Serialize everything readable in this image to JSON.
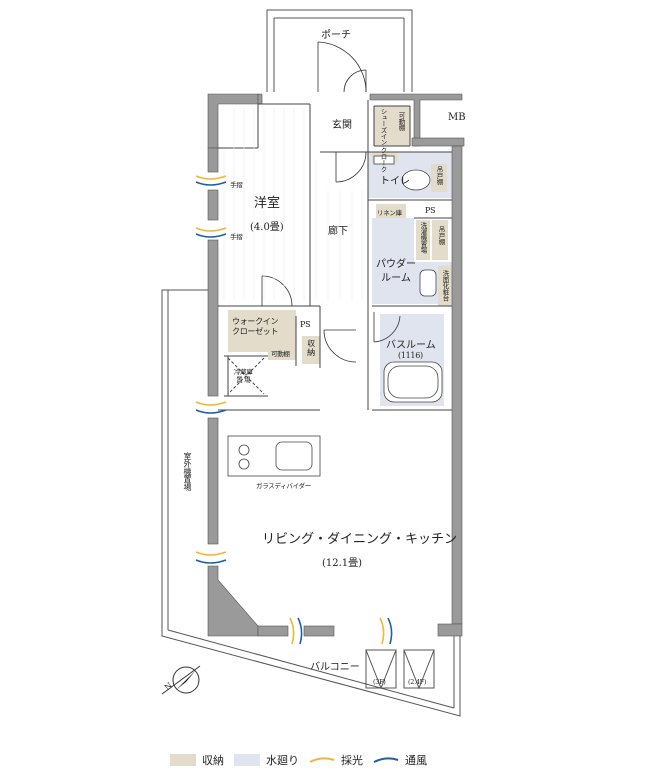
{
  "rooms": {
    "porch": "ポーチ",
    "entrance": "玄関",
    "shoes_in_closet": "シューズイン\nクローク",
    "movable_shelf_entry": "可動棚",
    "mb": "MB",
    "toilet": "トイレ",
    "toilet_shelf": "吊戸棚",
    "western_room": "洋室",
    "western_room_size": "(4.0畳)",
    "corridor": "廊下",
    "linen_cabinet": "リネン庫",
    "ps_upper": "PS",
    "washer_space": "洗濯機置場",
    "powder_shelf": "吊戸棚",
    "powder_room": "パウダー\nルーム",
    "vanity_storage": "洗面化粧台",
    "walk_in_closet": "ウォークイン\nクローゼット",
    "movable_shelf_wic": "可動棚",
    "ps_lower": "PS",
    "storage": "収納",
    "bathroom": "バスルーム",
    "bathroom_size": "(1116)",
    "fridge_space": "冷蔵庫\n置 場",
    "glass_partition": "ガラスディバイダー",
    "ldk": "リビング・ダイニング・キッチン",
    "ldk_size": "(12.1畳)",
    "outdoor_unit": "室外機置場",
    "handrail_1": "手摺",
    "handrail_2": "手摺",
    "balcony": "バルコニー",
    "floor_3f": "(3F)",
    "floor_24f": "(2.4F)"
  },
  "compass": {
    "label": "N"
  },
  "legend": [
    {
      "label": "収納",
      "kind": "storage",
      "color": "#e3dccb"
    },
    {
      "label": "水廻り",
      "kind": "water",
      "color": "#dfe4ef"
    },
    {
      "label": "採光",
      "kind": "light",
      "color": "#f2b632"
    },
    {
      "label": "通風",
      "kind": "wind",
      "color": "#1e5fa8"
    }
  ],
  "colors": {
    "wall": "#9a9a9a",
    "storage": "#e3dccb",
    "water": "#dfe4ef",
    "light": "#f2b632",
    "wind": "#1e5fa8"
  }
}
